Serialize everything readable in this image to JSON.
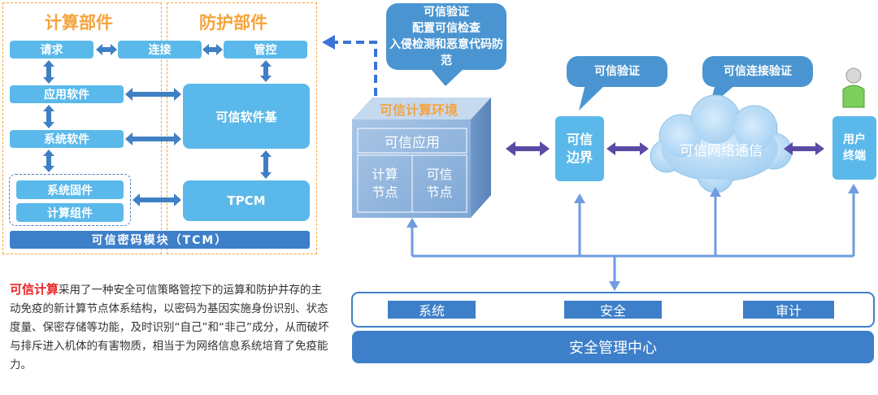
{
  "left": {
    "compute_title": "计算部件",
    "protect_title": "防护部件",
    "compute_boxes": {
      "request": "请求",
      "app_software": "应用软件",
      "sys_software": "系统软件",
      "firmware": "系统固件",
      "components": "计算组件"
    },
    "connect": "连接",
    "manage": "管控",
    "trusted_base": "可信软件基",
    "tpcm": "TPCM",
    "tcm": "可信密码模块（TCM）"
  },
  "description": {
    "highlight": "可信计算",
    "text": "采用了一种安全可信策略管控下的运算和防护并存的主动免疫的新计算节点体系结构，以密码为基因实施身份识别、状态度量、保密存储等功能，及时识别“自己”和“非己”成分，从而破坏与排斥进入机体的有害物质，相当于为网络信息系统培育了免疫能力。"
  },
  "right": {
    "callout_main": [
      "可信验证",
      "配置可信检查",
      "入侵检测和恶意代码防范"
    ],
    "env_title": "可信计算环境",
    "trusted_app": "可信应用",
    "node_compute": [
      "计算",
      "节点"
    ],
    "node_trusted": [
      "可信",
      "节点"
    ],
    "boundary": [
      "可信",
      "边界"
    ],
    "callout_verify": "可信验证",
    "network": "可信网络通信",
    "callout_connect": "可信连接验证",
    "user_terminal": [
      "用户",
      "终端"
    ],
    "mgmt_buttons": [
      "系统",
      "安全",
      "审计"
    ],
    "mgmt_center": "安全管理中心"
  },
  "colors": {
    "orange": "#f5a33b",
    "light_blue": "#5ab9ea",
    "dark_blue": "#3d7fc8",
    "highlight_red": "#e8262a",
    "purple_arrow": "#5a4aa5"
  }
}
